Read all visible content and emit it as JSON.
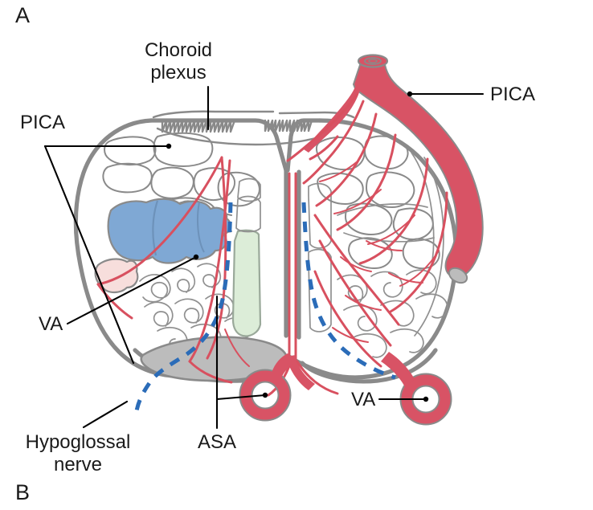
{
  "figure": {
    "panels": [
      {
        "id": "A",
        "letter": "A"
      },
      {
        "id": "B",
        "letter": "B"
      }
    ],
    "subject": "Axial cross-section of the medulla oblongata showing posterior inferior cerebellar artery (PICA), vertebral artery (VA), anterior spinal artery (ASA), choroid plexus and hypoglossal nerve",
    "annotations": [
      {
        "id": "choroid-plexus",
        "label_line1": "Choroid",
        "label_line2": "plexus"
      },
      {
        "id": "pica-left",
        "label": "PICA"
      },
      {
        "id": "pica-right",
        "label": "PICA"
      },
      {
        "id": "va-left",
        "label": "VA"
      },
      {
        "id": "va-right",
        "label": "VA"
      },
      {
        "id": "asa",
        "label": "ASA"
      },
      {
        "id": "hypoglossal-nerve",
        "label_line1": "Hypoglossal",
        "label_line2": "nerve"
      }
    ],
    "colors": {
      "artery_red": "#d85365",
      "nucleus_blue": "#7fa8d4",
      "nucleus_pink": "#f7dedc",
      "nucleus_green": "#dcedd8",
      "pyramid_gray": "#bcbcbc",
      "outline_gray": "#8a8a8a",
      "nerve_blue": "#2b6cb8",
      "text_black": "#1a1a1a",
      "background": "#ffffff"
    },
    "structures": [
      {
        "id": "medulla-outline",
        "name": "medulla-outline",
        "color": "#8a8a8a"
      },
      {
        "id": "inferior-olivary-nucleus",
        "name": "olivary-nucleus",
        "color": "#7fa8d4"
      },
      {
        "id": "spinal-trigeminal-nucleus",
        "name": "spinal-trigeminal-nucleus",
        "color": "#f7dedc"
      },
      {
        "id": "medial-lemniscus",
        "name": "medial-lemniscus",
        "color": "#dcedd8"
      },
      {
        "id": "pyramid",
        "name": "pyramid",
        "color": "#bcbcbc"
      },
      {
        "id": "choroid-plexus",
        "name": "choroid-plexus",
        "color": "#8a8a8a"
      },
      {
        "id": "pica-trunk",
        "name": "pica-trunk",
        "color": "#d85365"
      },
      {
        "id": "vertebral-artery-left",
        "name": "vertebral-artery-left",
        "color": "#d85365"
      },
      {
        "id": "vertebral-artery-right",
        "name": "vertebral-artery-right",
        "color": "#d85365"
      },
      {
        "id": "anterior-spinal-artery",
        "name": "anterior-spinal-artery",
        "color": "#d85365"
      },
      {
        "id": "hypoglossal-nerve-path",
        "name": "hypoglossal-nerve-path",
        "color": "#2b6cb8"
      }
    ]
  }
}
